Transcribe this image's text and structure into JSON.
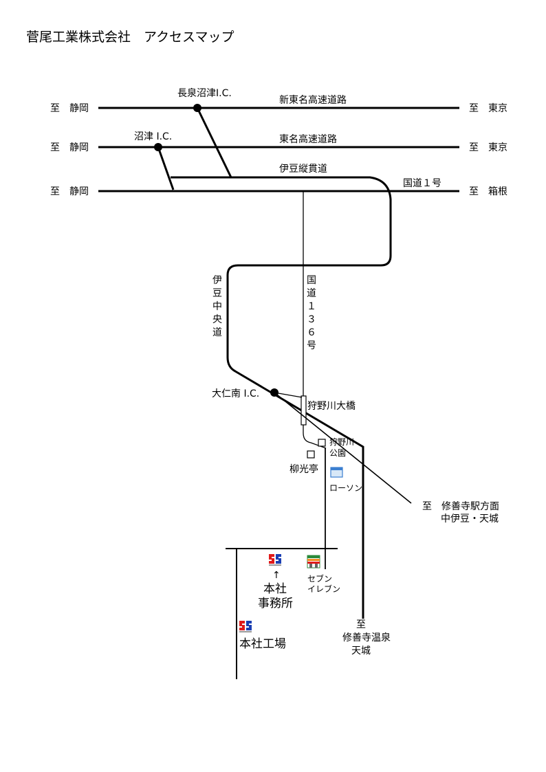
{
  "title": "菅尾工業株式会社　アクセスマップ",
  "directions": {
    "to_shizuoka": "至　静岡",
    "to_tokyo": "至　東京",
    "to_hakone": "至　箱根",
    "to_shuzenji_station": "至　修善寺駅方面",
    "to_nakaizu_amagi": "中伊豆・天城",
    "to_south_1": "至",
    "to_south_2": "修善寺温泉",
    "to_south_3": "天城"
  },
  "roads": {
    "shin_tomei": "新東名高速道路",
    "tomei": "東名高速道路",
    "izu_jukan": "伊豆縦貫道",
    "route1": "国道１号",
    "izu_chuo": [
      "伊",
      "豆",
      "中",
      "央",
      "道"
    ],
    "route136": [
      "国",
      "道",
      "１",
      "３",
      "６",
      "号"
    ]
  },
  "interchanges": {
    "nagaizumi": "長泉沼津I.C.",
    "numazu": "沼津 I.C.",
    "ohitominami": "大仁南 I.C."
  },
  "places": {
    "bridge": "狩野川大橋",
    "park_1": "狩野川",
    "park_2": "公園",
    "ryokotei": "柳光亭",
    "lawson": "ローソン",
    "seven_1": "セブン",
    "seven_2": "イレブン",
    "arrow": "↑",
    "office_1": "本社",
    "office_2": "事務所",
    "factory": "本社工場"
  },
  "colors": {
    "line": "#000000",
    "logo_red": "#e01b1b",
    "logo_blue": "#1b3fb3",
    "seven_green": "#2a8a3a",
    "seven_orange": "#f08a1e",
    "lawson_blue": "#3b7fd0"
  }
}
